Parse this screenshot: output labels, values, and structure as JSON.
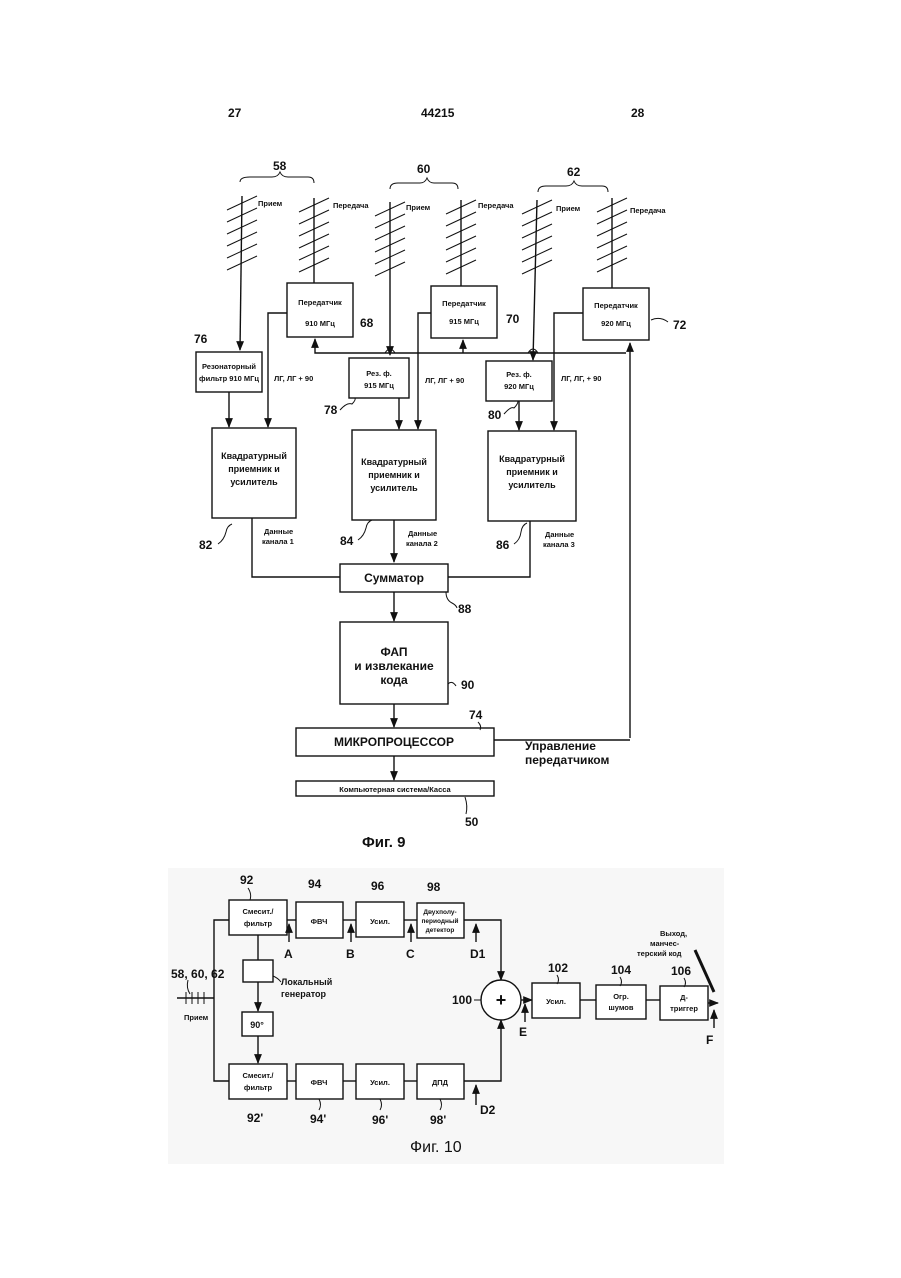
{
  "header": {
    "page_left": "27",
    "doc_number": "44215",
    "page_right": "28"
  },
  "fig9": {
    "caption": "Фиг. 9",
    "antenna_groups": [
      "58",
      "60",
      "62"
    ],
    "rx_label": "Прием",
    "tx_label": "Передача",
    "transmitters": [
      {
        "title": "Передатчик",
        "freq": "910 МГц",
        "ref": "68"
      },
      {
        "title": "Передатчик",
        "freq": "915 МГц",
        "ref": "70"
      },
      {
        "title": "Передатчик",
        "freq": "920 МГц",
        "ref": "72"
      }
    ],
    "filter1": {
      "line1": "Резонаторный",
      "line2": "фильтр 910 МГц",
      "ref": "76"
    },
    "filter2": {
      "line1": "Рез. ф.",
      "line2": "915 МГц",
      "ref": "78"
    },
    "filter3": {
      "line1": "Рез. ф.",
      "line2": "920 МГц",
      "ref": "80"
    },
    "lo_label": "ЛГ, ЛГ + 90",
    "lo_label_alt": "ЛГ, ЛГ, + 90",
    "receivers": [
      {
        "l1": "Квадратурный",
        "l2": "приемник и",
        "l3": "усилитель",
        "ref": "82",
        "data1": "Данные",
        "data2": "канала 1"
      },
      {
        "l1": "Квадратурный",
        "l2": "приемник и",
        "l3": "усилитель",
        "ref": "84",
        "data1": "Данные",
        "data2": "канала 2"
      },
      {
        "l1": "Квадратурный",
        "l2": "приемник и",
        "l3": "усилитель",
        "ref": "86",
        "data1": "Данные",
        "data2": "канала 3"
      }
    ],
    "summator": {
      "label": "Сумматор",
      "ref": "88"
    },
    "pll": {
      "l1": "ФАП",
      "l2": "и извлекание",
      "l3": "кода",
      "ref": "90"
    },
    "mcu": {
      "label": "МИКРОПРОЦЕССОР",
      "ref": "74"
    },
    "tx_control": {
      "l1": "Управление",
      "l2": "передатчиком"
    },
    "computer": {
      "label": "Компьютерная система/Касса",
      "ref": "50"
    }
  },
  "fig10": {
    "caption": "Фиг. 10",
    "input_refs": "58, 60, 62",
    "input_label": "Прием",
    "mixer_top": {
      "l1": "Смесит./",
      "l2": "фильтр",
      "ref": "92"
    },
    "mixer_bot": {
      "l1": "Смесит./",
      "l2": "фильтр",
      "ref": "92'"
    },
    "hpf_top": {
      "label": "ФВЧ",
      "ref": "94"
    },
    "hpf_bot": {
      "label": "ФВЧ",
      "ref": "94'"
    },
    "amp_top": {
      "label": "Усил.",
      "ref": "96"
    },
    "amp_bot": {
      "label": "Усил.",
      "ref": "96'"
    },
    "det_top": {
      "l1": "Двухполу-",
      "l2": "периодный",
      "l3": "детектор",
      "ref": "98"
    },
    "det_bot": {
      "label": "ДПД",
      "ref": "98'"
    },
    "lo": {
      "l1": "Локальный",
      "l2": "генератор"
    },
    "phase": "90°",
    "points": {
      "a": "A",
      "b": "B",
      "c": "C",
      "d1": "D1",
      "d2": "D2",
      "e": "E",
      "f": "F"
    },
    "adder": {
      "symbol": "+",
      "ref": "100"
    },
    "amp2": {
      "label": "Усил.",
      "ref": "102"
    },
    "limiter": {
      "l1": "Огр.",
      "l2": "шумов",
      "ref": "104"
    },
    "trigger": {
      "l1": "Д-",
      "l2": "триггер",
      "ref": "106"
    },
    "output": {
      "l1": "Выход,",
      "l2": "манчес-",
      "l3": "терский код"
    }
  }
}
